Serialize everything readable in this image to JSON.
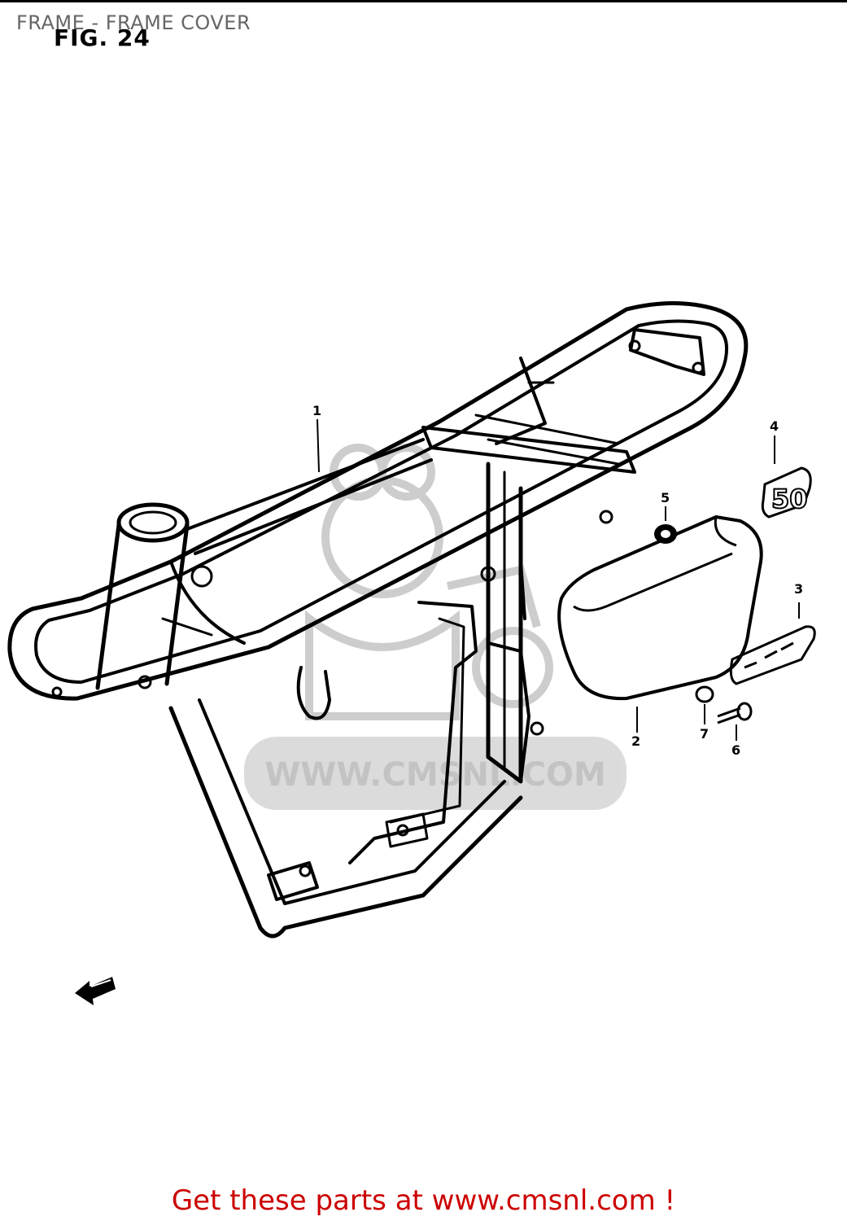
{
  "page_title": "FRAME - FRAME COVER",
  "figure_label": "FIG. 24",
  "callouts": {
    "c1": "1",
    "c2": "2",
    "c3": "3",
    "c4": "4",
    "c5": "5",
    "c6": "6",
    "c7": "7"
  },
  "emblem_text": "50",
  "watermark_text": "WWW.CMSNL.COM",
  "footer_link": "Get these parts at www.cmsnl.com !",
  "colors": {
    "footer_text": "#cc0000",
    "title_text": "#666666",
    "watermark": "#bdbdbd"
  }
}
